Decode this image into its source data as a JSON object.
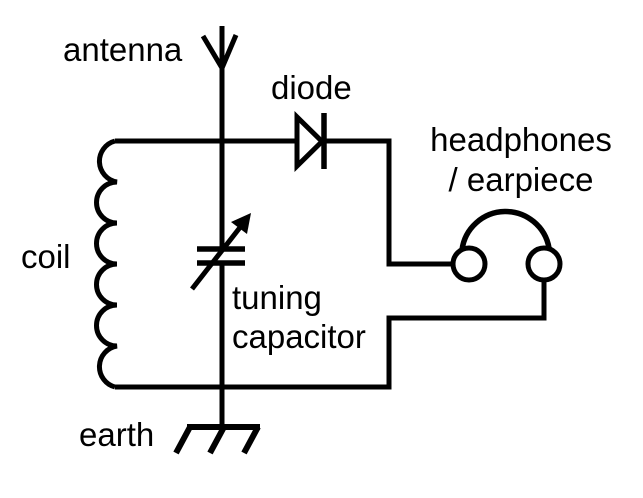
{
  "diagram_type": "circuit-schematic",
  "labels": {
    "antenna": "antenna",
    "diode": "diode",
    "headphones_line1": "headphones",
    "headphones_line2": "/ earpiece",
    "coil": "coil",
    "tuning_line1": "tuning",
    "tuning_line2": "capacitor",
    "earth": "earth"
  },
  "components": [
    {
      "name": "antenna",
      "icon": "antenna-icon"
    },
    {
      "name": "coil",
      "icon": "coil-icon"
    },
    {
      "name": "diode",
      "icon": "diode-icon"
    },
    {
      "name": "tuning capacitor",
      "icon": "tuning-capacitor-icon"
    },
    {
      "name": "headphones / earpiece",
      "icon": "headphones-icon"
    },
    {
      "name": "earth",
      "icon": "earth-ground-icon"
    }
  ],
  "colors": {
    "ink": "#000000",
    "background": "#ffffff"
  }
}
